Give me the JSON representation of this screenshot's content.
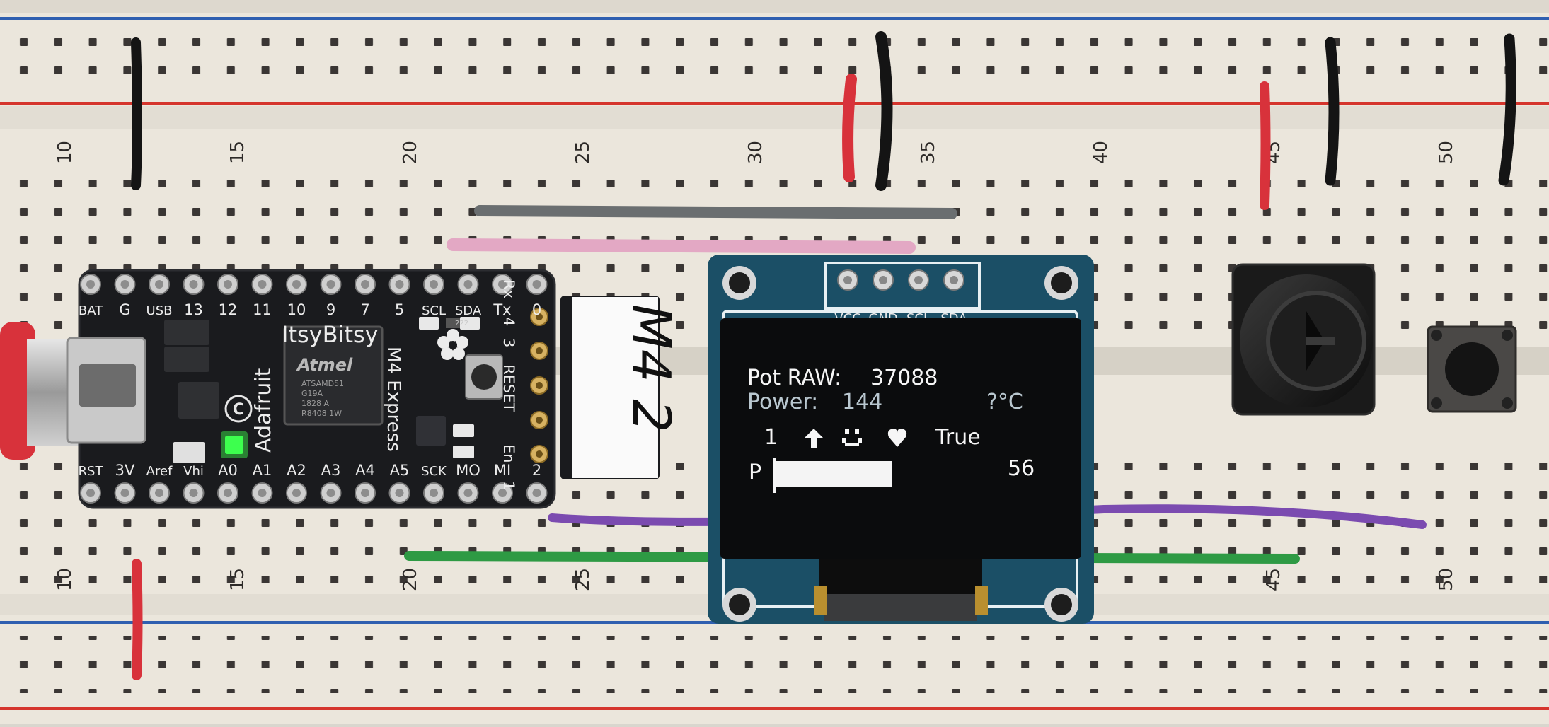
{
  "breadboard": {
    "row_numbers_top": [
      "10",
      "15",
      "20",
      "25",
      "30",
      "35",
      "40",
      "45",
      "50"
    ],
    "row_numbers_bottom": [
      "10",
      "15",
      "20",
      "25",
      "45",
      "50"
    ]
  },
  "microcontroller": {
    "brand": "Adafruit",
    "name": "ItsyBitsy",
    "variant": "M4 Express",
    "chip_brand": "Atmel",
    "chip_text": [
      "ATSAMD51",
      "G19A",
      "1828 A",
      "R8408 1W"
    ],
    "top_pins": [
      "BAT",
      "G",
      "USB",
      "13",
      "12",
      "11",
      "10",
      "9",
      "7",
      "5",
      "SCL",
      "SDA",
      "Tx",
      "0"
    ],
    "bottom_pins": [
      "RST",
      "3V",
      "Aref",
      "Vhi",
      "A0",
      "A1",
      "A2",
      "A3",
      "A4",
      "A5",
      "SCK",
      "MO",
      "MI",
      "2"
    ],
    "side_labels": [
      "RESET",
      "En",
      "4",
      "3",
      "Rx",
      "1"
    ],
    "resistor_code": "222",
    "tag_label": "M4 2"
  },
  "oled": {
    "header_pins": [
      "VCC",
      "GND",
      "SCL",
      "SDA"
    ],
    "screen": {
      "pot_label": "Pot RAW:",
      "pot_value": "37088",
      "power_label": "Power:",
      "power_value": "144",
      "temp": "?°C",
      "index": "1",
      "flag": "True",
      "bar_label": "P",
      "bar_fraction": 0.55,
      "bar_value": "56"
    }
  },
  "colors": {
    "board": "#ebe6dc",
    "rail_blue": "#2f5fb0",
    "rail_red": "#d5352d",
    "wire_red": "#d8323b",
    "wire_black": "#141414",
    "wire_gray": "#6a6e70",
    "wire_pink": "#e3a8c4",
    "wire_purple": "#7b4bb0",
    "wire_green": "#2e9a44",
    "pcb_dark": "#1a1b1e",
    "oled_pcb": "#1b4f66",
    "status_led": "#3dff4e"
  }
}
